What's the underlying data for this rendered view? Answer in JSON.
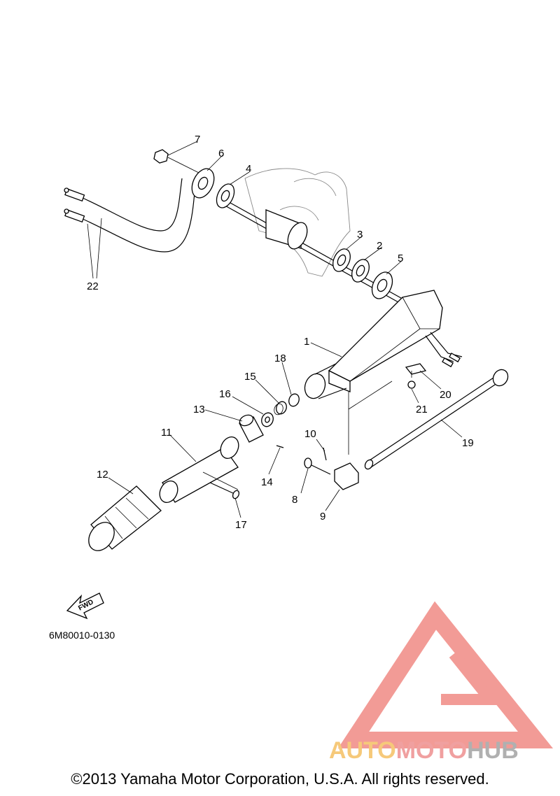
{
  "callouts": [
    "1",
    "2",
    "3",
    "4",
    "5",
    "6",
    "7",
    "8",
    "9",
    "10",
    "11",
    "12",
    "13",
    "14",
    "15",
    "16",
    "17",
    "18",
    "19",
    "20",
    "21",
    "22"
  ],
  "fwd_label": "FWD",
  "diagram_code": "6M80010-0130",
  "brand": {
    "part1": "AUTO",
    "part2": "MOTO",
    "part3": "HUB"
  },
  "copyright": "©2013 Yamaha Motor Corporation, U.S.A. All rights reserved.",
  "colors": {
    "brand_red": "#f08a84",
    "brand_yellow": "#f6c97a",
    "brand_gray": "#b0b0b0",
    "line": "#000000"
  }
}
